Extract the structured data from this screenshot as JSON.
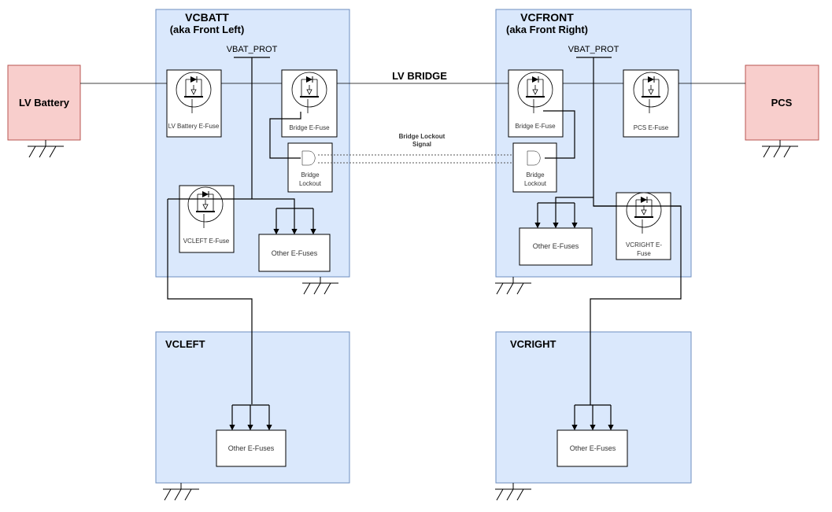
{
  "bridge": {
    "label": "LV BRIDGE",
    "lockout_signal": [
      "Bridge Lockout",
      "Signal"
    ]
  },
  "lv_battery": {
    "label": "LV Battery"
  },
  "pcs": {
    "label": "PCS"
  },
  "vcbatt": {
    "title": "VCBATT",
    "subtitle": "(aka Front Left)",
    "rail": "VBAT_PROT",
    "lv_battery_efuse": "LV Battery E-Fuse",
    "bridge_efuse": "Bridge E-Fuse",
    "bridge_lockout": [
      "Bridge",
      "Lockout"
    ],
    "vcleft_efuse": "VCLEFT E-Fuse",
    "other_efuses": "Other E-Fuses"
  },
  "vcfront": {
    "title": "VCFRONT",
    "subtitle": "(aka Front Right)",
    "rail": "VBAT_PROT",
    "bridge_efuse": "Bridge E-Fuse",
    "pcs_efuse": "PCS E-Fuse",
    "bridge_lockout": [
      "Bridge",
      "Lockout"
    ],
    "vcright_efuse": [
      "VCRIGHT E-",
      "Fuse"
    ],
    "other_efuses": "Other E-Fuses"
  },
  "vcleft": {
    "title": "VCLEFT",
    "other_efuses": "Other E-Fuses"
  },
  "vcright": {
    "title": "VCRIGHT",
    "other_efuses": "Other E-Fuses"
  },
  "colors": {
    "ecu_fill": "#dae8fc",
    "ecu_border": "#6c8ebf",
    "external_fill": "#f8cecc",
    "external_border": "#b85450"
  }
}
